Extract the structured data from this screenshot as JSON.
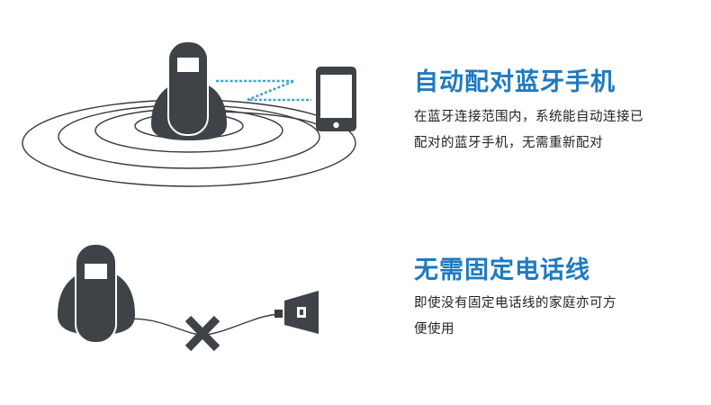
{
  "colors": {
    "accent": "#1f7ac0",
    "text": "#222222",
    "device_body": "#3f4347",
    "device_screen": "#ffffff",
    "line": "#3a3a3a",
    "signal": "#3fa3cf"
  },
  "features": [
    {
      "title": "自动配对蓝牙手机",
      "description_lines": [
        "在蓝牙连接范围内，系统能自动连接已",
        "配对的蓝牙手机，无需重新配对"
      ]
    },
    {
      "title": "无需固定电话线",
      "description_lines": [
        "即使没有固定电话线的家庭亦可方",
        "便使用"
      ]
    }
  ],
  "icons": {
    "phone_handset": "cordless-phone-icon",
    "smartphone": "smartphone-icon",
    "bluetooth_signal": "zigzag-signal-icon",
    "no_cable": "cross-mark-icon",
    "wall_socket": "wall-socket-icon"
  }
}
